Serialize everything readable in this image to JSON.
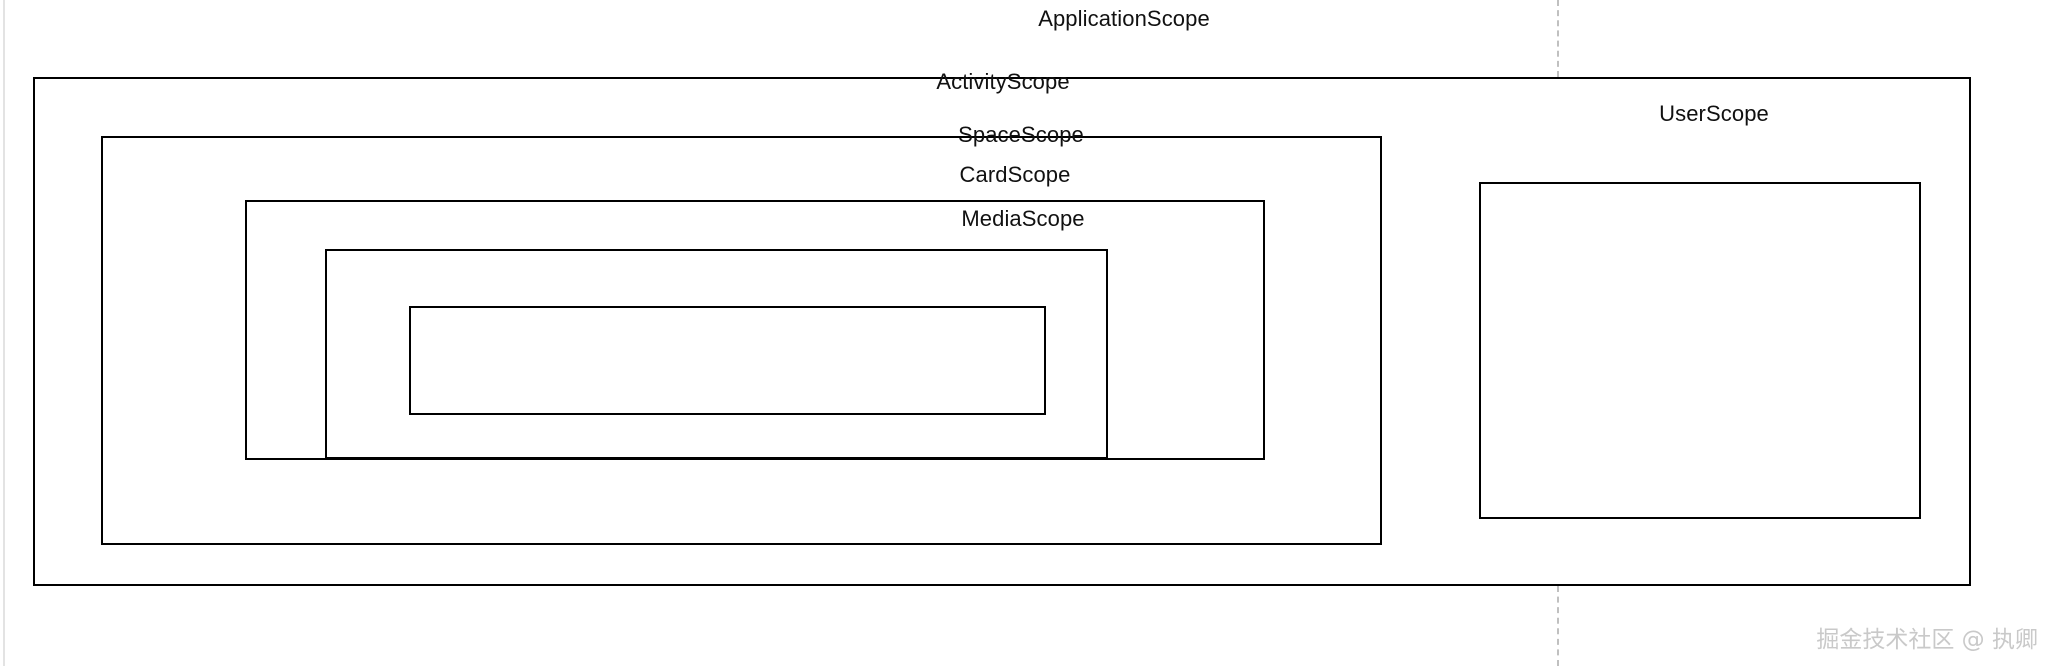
{
  "diagram": {
    "type": "nested-scope-hierarchy",
    "title": "ApplicationScope",
    "background_color": "#ffffff",
    "stroke_color": "#000000",
    "text_color": "#111111",
    "divider": {
      "name": "vertical-dashed-divider",
      "style": "dashed",
      "color": "#c0c0c0",
      "orientation": "vertical"
    },
    "scopes": [
      {
        "id": "application",
        "label": "ApplicationScope",
        "level": 0,
        "has_border": false,
        "note": "outermost label only, boundary implied"
      },
      {
        "id": "activity",
        "label": "ActivityScope",
        "level": 1,
        "has_border": true,
        "parent": "application"
      },
      {
        "id": "space",
        "label": "SpaceScope",
        "level": 2,
        "has_border": true,
        "parent": "activity"
      },
      {
        "id": "card",
        "label": "CardScope",
        "level": 3,
        "has_border": true,
        "parent": "space"
      },
      {
        "id": "media",
        "label": "MediaScope",
        "level": 4,
        "has_border": true,
        "parent": "card"
      },
      {
        "id": "innermost",
        "label": "",
        "level": 5,
        "has_border": true,
        "parent": "media",
        "note": "unlabeled innermost rectangle"
      },
      {
        "id": "user",
        "label": "UserScope",
        "level": 1,
        "has_border": true,
        "parent": "application",
        "note": "sibling branch right of the dashed divider"
      }
    ]
  },
  "watermark": {
    "text": "掘金技术社区 @ 执卿",
    "color": "#c9c9c9"
  }
}
